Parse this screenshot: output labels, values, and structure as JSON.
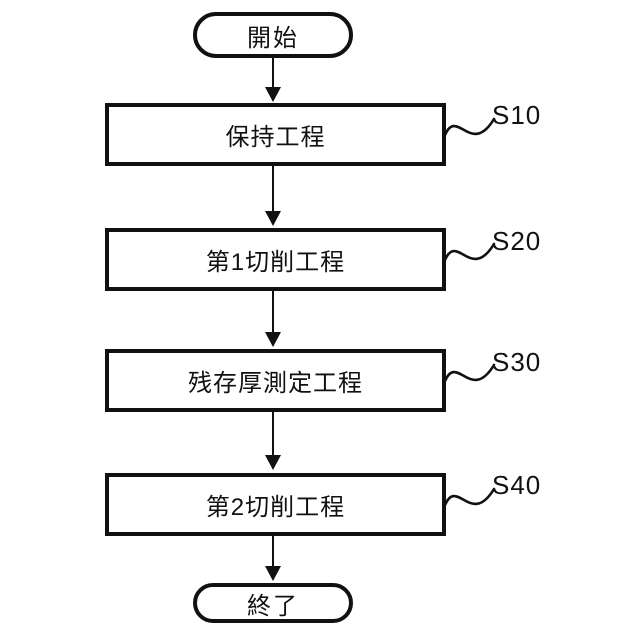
{
  "flowchart": {
    "start_label": "開始",
    "end_label": "終了",
    "steps": [
      {
        "label": "保持工程",
        "step_id": "S10"
      },
      {
        "label": "第1切削工程",
        "step_id": "S20"
      },
      {
        "label": "残存厚測定工程",
        "step_id": "S30"
      },
      {
        "label": "第2切削工程",
        "step_id": "S40"
      }
    ],
    "colors": {
      "line": "#111111",
      "text": "#111111",
      "background": "#ffffff"
    }
  }
}
